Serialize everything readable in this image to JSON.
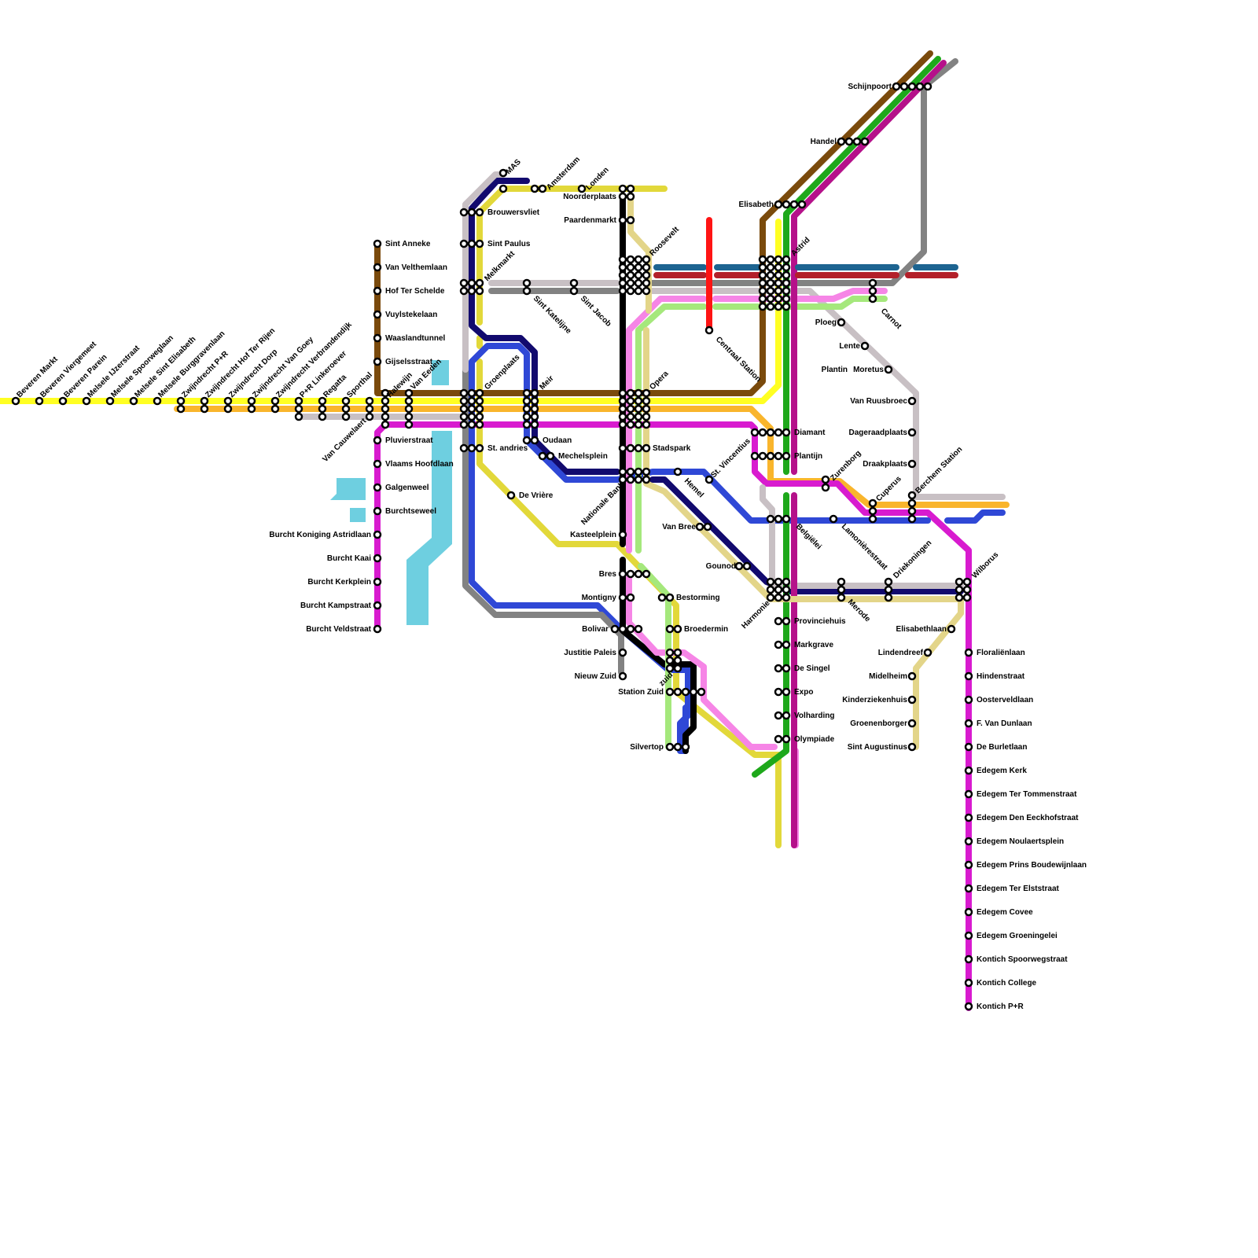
{
  "map": {
    "colors": {
      "yellow": "#ffff22",
      "orange": "#f9b52c",
      "brown": "#7a4a0c",
      "magenta": "#d81bcf",
      "olive": "#e2d83a",
      "navy": "#120a6e",
      "blue": "#2f48d6",
      "grey": "#828282",
      "lightgrey": "#c8c0c4",
      "black": "#000000",
      "pink": "#f685e6",
      "lightgreen": "#a5e87c",
      "green": "#1ea81b",
      "purple": "#b5118a",
      "khaki": "#e3d589",
      "teal": "#1d6491",
      "darkred": "#b3202a",
      "red": "#ff1414",
      "water": "#6ecfe0"
    },
    "stations": {
      "beveren_markt": "Beveren Markt",
      "beveren_viergemeet": "Beveren Viergemeet",
      "beveren_parein": "Beveren Parein",
      "melsele_ijzerstraat": "Melsele IJzerstraat",
      "melsele_spoorweglaan": "Melsele Spoorweglaan",
      "melsele_sint_elisabeth": "Melsele Sint Elisabeth",
      "melsele_burggravenlaan": "Melsele Burggravenlaan",
      "zwijndrecht_pr": "Zwijndrecht P+R",
      "zwijndrecht_hof_ter_rijen": "Zwijndrecht Hof Ter Rijen",
      "zwijndrecht_dorp": "Zwijndrecht Dorp",
      "zwijndrecht_van_goey": "Zwijndrecht Van Goey",
      "zwijndrecht_verbrandendijk": "Zwijndrecht Verbrandendijk",
      "pr_linkeroever": "P+R Linkeroever",
      "regatta": "Regatta",
      "sporthal": "Sporthal",
      "van_cauwelaert": "Van Cauwelaert",
      "halewijn": "Halewijn",
      "van_eeden": "Van Eeden",
      "sint_anneke": "Sint Anneke",
      "van_velthemlaan": "Van Velthemlaan",
      "hof_ter_schelde": "Hof Ter Schelde",
      "vuylstekelaan": "Vuylstekelaan",
      "waaslandtunnel": "Waaslandtunnel",
      "gijselsstraat": "Gijselsstraat",
      "pluvierstraat": "Pluvierstraat",
      "vlaams_hoofdlaan": "Vlaams Hoofdlaan",
      "galgenweel": "Galgenweel",
      "burchtseweel": "Burchtseweel",
      "burcht_koniging_astridlaan": "Burcht Koniging Astridlaan",
      "burcht_kaai": "Burcht Kaai",
      "burcht_kerkplein": "Burcht Kerkplein",
      "burcht_kampstraat": "Burcht Kampstraat",
      "burcht_veldstraat": "Burcht Veldstraat",
      "mas": "MAS",
      "amsterdam": "Amsterdam",
      "londen": "Londen",
      "noorderplaats": "Noorderplaats",
      "paardenmarkt": "Paardenmarkt",
      "brouwersvliet": "Brouwersvliet",
      "sint_paulus": "Sint Paulus",
      "melkmarkt": "Melkmarkt",
      "sint_katelijne": "Sint Katelijne",
      "sint_jacob": "Sint Jacob",
      "roosevelt": "Roosevelt",
      "groenplaats": "Groenplaats",
      "meir": "Meir",
      "opera": "Opera",
      "st_andries": "St. andries",
      "oudaan": "Oudaan",
      "mechelsplein": "Mechelsplein",
      "stadspark": "Stadspark",
      "de_vriere": "De Vrière",
      "nationale_bank": "Nationale Bank",
      "kasteelplein": "Kasteelplein",
      "bres": "Bres",
      "montigny": "Montigny",
      "bestorming": "Bestorming",
      "bolivar": "Bolivar",
      "broedermin": "Broedermin",
      "justitie_paleis": "Justitie Paleis",
      "nieuw_zuid": "Nieuw Zuid",
      "zuid": "zuid",
      "station_zuid": "Station Zuid",
      "silvertop": "Silvertop",
      "hemel": "Hemel",
      "van_bree": "Van Bree",
      "gounod": "Gounod",
      "centraal_station": "Centraal Station",
      "st_vincentius": "St. Vincentius",
      "harmonie": "Harmonie",
      "schijnpoort": "Schijnpoort",
      "handel": "Handel",
      "elisabeth": "Elisabeth",
      "astrid": "Astrid",
      "carnot": "Carnot",
      "ploeg": "Ploeg",
      "lente": "Lente",
      "plantin": "Plantin",
      "moretus": "Moretus",
      "van_ruusbroec": "Van Ruusbroec",
      "dageraadplaats": "Dageraadplaats",
      "draakplaats": "Draakplaats",
      "diamant": "Diamant",
      "plantijn": "Plantijn",
      "zurenborg": "Zurenborg",
      "cuperus": "Cuperus",
      "berchem_station": "Berchem Station",
      "belgielei": "Belgiëlei",
      "lamoniérestraat": "Lamonièrestraat",
      "driekoningen": "Driekoningen",
      "merode": "Merode",
      "wilborus": "Wilborus",
      "provinciehuis": "Provinciehuis",
      "markgrave": "Markgrave",
      "de_singel": "De Singel",
      "expo": "Expo",
      "volharding": "Volharding",
      "olympiade": "Olympiade",
      "elisabethlaan": "Elisabethlaan",
      "lindendreef": "Lindendreef",
      "midelheim": "Midelheim",
      "kinderziekenhuis": "Kinderziekenhuis",
      "groenenborger": "Groenenborger",
      "sint_augustinus": "Sint Augustinus",
      "floralienlaan": "Floraliënlaan",
      "hindenstraat": "Hindenstraat",
      "oosterveldlaan": "Oosterveldlaan",
      "f_van_dunlaan": "F. Van Dunlaan",
      "de_burletlaan": "De Burletlaan",
      "edegem_kerk": "Edegem Kerk",
      "edegem_ter_tommenstraat": "Edegem Ter Tommenstraat",
      "edegem_den_eeckhofstraat": "Edegem Den Eeckhofstraat",
      "edegem_noulaertsplein": "Edegem Noulaertsplein",
      "edegem_prins_boudewijnlaan": "Edegem Prins Boudewijnlaan",
      "edegem_ter_elststraat": "Edegem Ter Elststraat",
      "edegem_covee": "Edegem Covee",
      "edegem_groeningelei": "Edegem Groeningelei",
      "kontich_spoorwegstraat": "Kontich Spoorwegstraat",
      "kontich_college": "Kontich College",
      "kontich_pr": "Kontich P+R"
    }
  }
}
